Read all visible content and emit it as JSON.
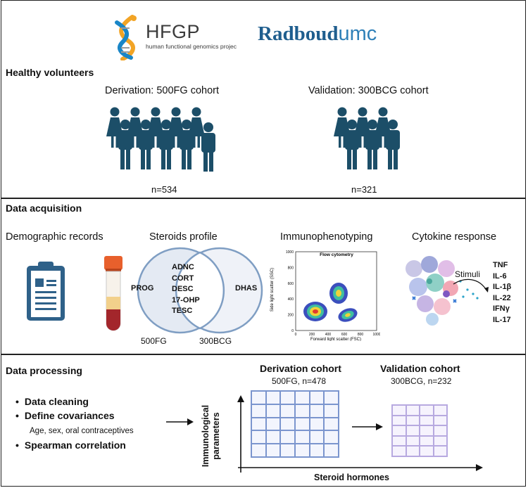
{
  "logos": {
    "hfgp_name": "HFGP",
    "hfgp_tagline": "human functional genomics projec",
    "radboud_part1": "Radboud",
    "radboud_part2": "umc"
  },
  "section1": {
    "title": "Healthy volunteers",
    "derivation": {
      "label": "Derivation: 500FG cohort",
      "n": "n=534"
    },
    "validation": {
      "label": "Validation: 300BCG cohort",
      "n": "n=321"
    }
  },
  "section2": {
    "title": "Data acquisition",
    "demographic": "Demographic records",
    "steroids": {
      "title": "Steroids profile",
      "left_only": "PROG",
      "right_only": "DHAS",
      "shared": [
        "ADNC",
        "CORT",
        "DESC",
        "17-OHP",
        "TESC"
      ],
      "left_label": "500FG",
      "right_label": "300BCG"
    },
    "immuno": {
      "title": "Immunophenotyping",
      "plot_title": "Flow cytometry",
      "xlabel": "Forward light scatter (FSC)",
      "ylabel": "Side light scatter (SSC)",
      "xticks": [
        "0",
        "200",
        "400",
        "600",
        "800",
        "1000"
      ],
      "yticks": [
        "0",
        "200",
        "400",
        "600",
        "800",
        "1000"
      ]
    },
    "cytokine": {
      "title": "Cytokine response",
      "stimuli": "Stimuli",
      "list": [
        "TNF",
        "IL-6",
        "IL-1β",
        "IL-22",
        "IFNγ",
        "IL-17"
      ]
    }
  },
  "section3": {
    "title": "Data processing",
    "bullets": [
      "Data cleaning",
      "Define covariances",
      "Spearman correlation"
    ],
    "covariates_note": "Age, sex, oral contraceptives",
    "y_axis": "Immunological parameters",
    "x_axis": "Steroid hormones",
    "derivation": {
      "title": "Derivation cohort",
      "sub": "500FG, n=478"
    },
    "validation": {
      "title": "Validation cohort",
      "sub": "300BCG, n=232"
    }
  }
}
